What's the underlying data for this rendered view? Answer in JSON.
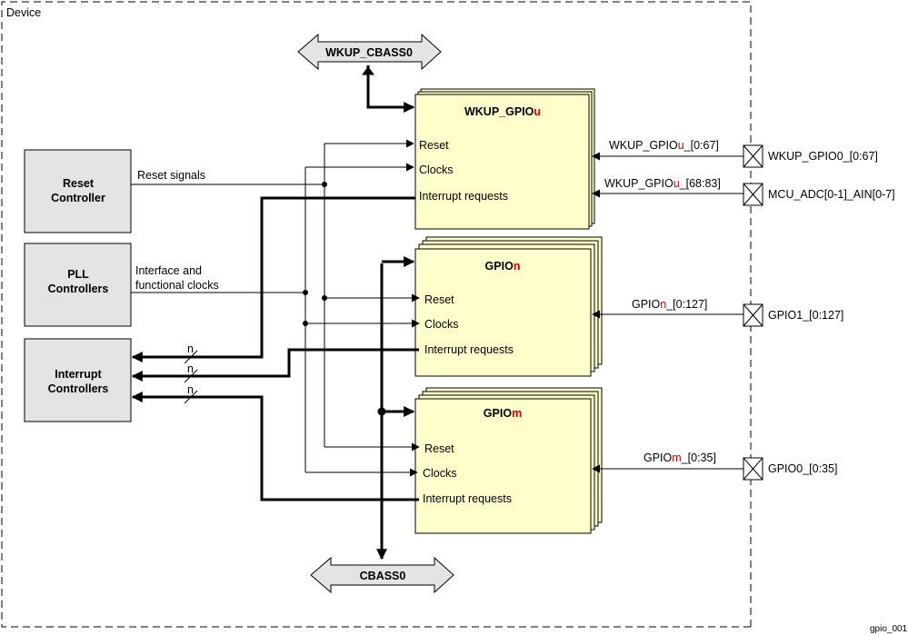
{
  "device_label": "Device",
  "figure_id": "gpio_001",
  "buses": {
    "top": "WKUP_CBASS0",
    "bottom": "CBASS0"
  },
  "controllers": {
    "reset": [
      "Reset",
      "Controller"
    ],
    "pll": [
      "PLL",
      "Controllers"
    ],
    "interrupt": [
      "Interrupt",
      "Controllers"
    ]
  },
  "signals": {
    "reset_signals": "Reset signals",
    "interface_clocks_line1": "Interface and",
    "interface_clocks_line2": "functional clocks",
    "bus_width": "n"
  },
  "modules": {
    "wkup": {
      "title_prefix": "WKUP_GPIO",
      "title_suffix": "u",
      "ports": [
        "Reset",
        "Clocks",
        "Interrupt requests"
      ],
      "io1_prefix": "WKUP_GPIO",
      "io1_var": "u",
      "io1_range": "_[0:67]",
      "io2_prefix": "WKUP_GPIO",
      "io2_var": "u",
      "io2_range": "_[68:83]",
      "pin1": "WKUP_GPIO0_[0:67]",
      "pin2": "MCU_ADC[0-1]_AIN[0-7]"
    },
    "gpion": {
      "title_prefix": "GPIO",
      "title_suffix": "n",
      "ports": [
        "Reset",
        "Clocks",
        "Interrupt requests"
      ],
      "io_prefix": "GPIO",
      "io_var": "n",
      "io_range": "_[0:127]",
      "pin": "GPIO1_[0:127]"
    },
    "gpiom": {
      "title_prefix": "GPIO",
      "title_suffix": "m",
      "ports": [
        "Reset",
        "Clocks",
        "Interrupt requests"
      ],
      "io_prefix": "GPIO",
      "io_var": "m",
      "io_range": "_[0:35]",
      "pin": "GPIO0_[0:35]"
    }
  },
  "colors": {
    "module_fill": "#FFFFCC",
    "controller_fill": "#E4E4E4",
    "bus_fill": "#E4E4E4",
    "variable_text": "#CC0000"
  }
}
